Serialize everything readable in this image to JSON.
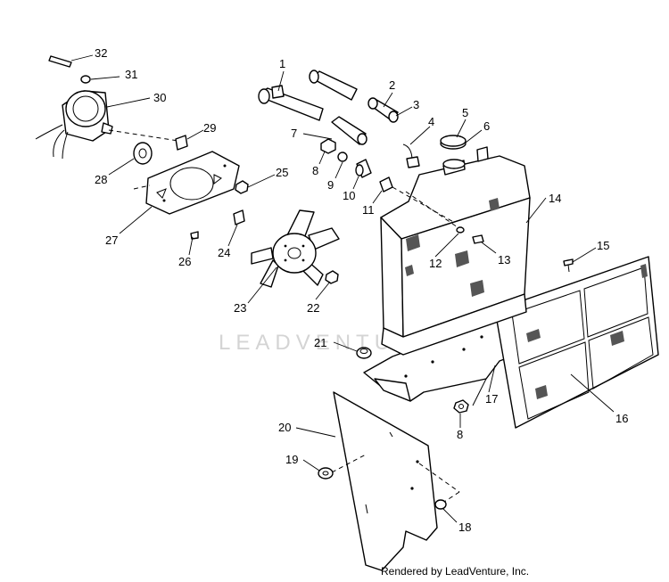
{
  "watermark": "LEADVENTURE",
  "credit": "Rendered by LeadVenture, Inc.",
  "callouts": [
    {
      "id": "c1",
      "label": "1"
    },
    {
      "id": "c2",
      "label": "2"
    },
    {
      "id": "c3",
      "label": "3"
    },
    {
      "id": "c4",
      "label": "4"
    },
    {
      "id": "c5",
      "label": "5"
    },
    {
      "id": "c6",
      "label": "6"
    },
    {
      "id": "c7",
      "label": "7"
    },
    {
      "id": "c8a",
      "label": "8"
    },
    {
      "id": "c8b",
      "label": "8"
    },
    {
      "id": "c9",
      "label": "9"
    },
    {
      "id": "c10",
      "label": "10"
    },
    {
      "id": "c11",
      "label": "11"
    },
    {
      "id": "c12",
      "label": "12"
    },
    {
      "id": "c13",
      "label": "13"
    },
    {
      "id": "c14",
      "label": "14"
    },
    {
      "id": "c15",
      "label": "15"
    },
    {
      "id": "c16",
      "label": "16"
    },
    {
      "id": "c17",
      "label": "17"
    },
    {
      "id": "c18",
      "label": "18"
    },
    {
      "id": "c19",
      "label": "19"
    },
    {
      "id": "c20",
      "label": "20"
    },
    {
      "id": "c21",
      "label": "21"
    },
    {
      "id": "c22",
      "label": "22"
    },
    {
      "id": "c23",
      "label": "23"
    },
    {
      "id": "c24",
      "label": "24"
    },
    {
      "id": "c25",
      "label": "25"
    },
    {
      "id": "c26",
      "label": "26"
    },
    {
      "id": "c27",
      "label": "27"
    },
    {
      "id": "c28",
      "label": "28"
    },
    {
      "id": "c29",
      "label": "29"
    },
    {
      "id": "c30",
      "label": "30"
    },
    {
      "id": "c31",
      "label": "31"
    },
    {
      "id": "c32",
      "label": "32"
    }
  ]
}
